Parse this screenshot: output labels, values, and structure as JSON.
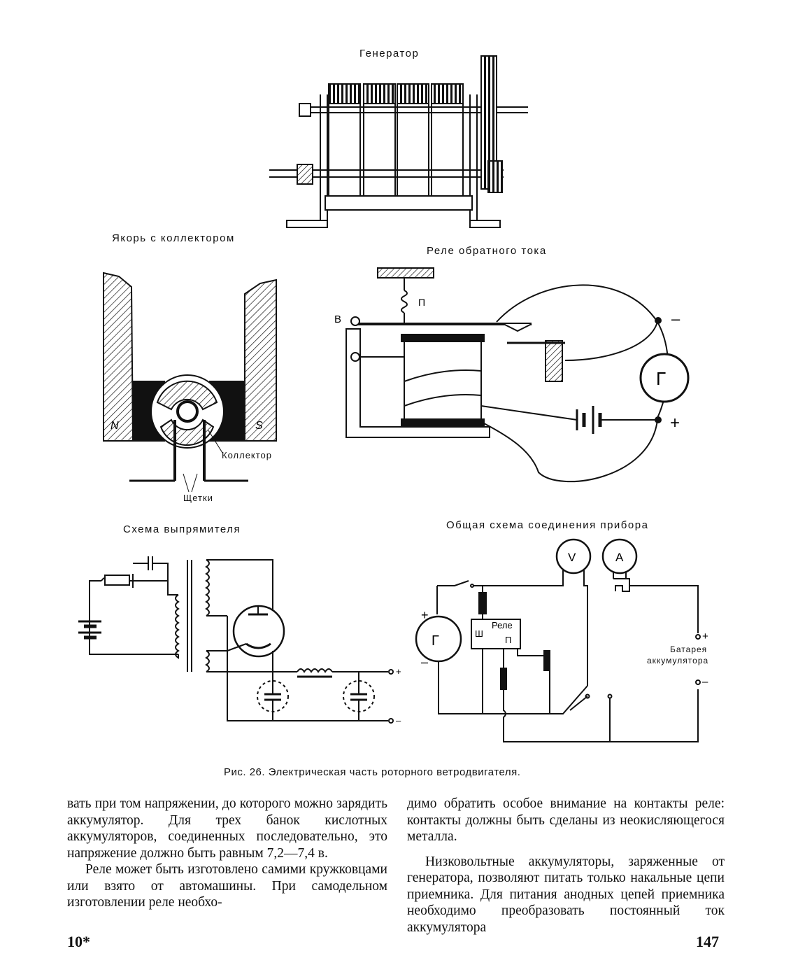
{
  "figures": {
    "generator_title": "Генератор",
    "armature_title": "Якорь с коллектором",
    "armature_pole_n": "N",
    "armature_pole_s": "S",
    "armature_collector_label": "Коллектор",
    "armature_brushes_label": "Щетки",
    "relay_title": "Реле обратного тока",
    "relay_label_b": "В",
    "relay_label_p": "П",
    "relay_label_g": "Г",
    "relay_minus": "–",
    "relay_plus": "+",
    "rectifier_title": "Схема выпрямителя",
    "rectifier_plus": "+",
    "rectifier_minus": "–",
    "general_title": "Общая схема соединения прибора",
    "general_v": "V",
    "general_a": "A",
    "general_g": "Г",
    "general_plus": "+",
    "general_minus": "–",
    "general_relay": "Реле",
    "general_sh": "Ш",
    "general_p": "П",
    "battery_plus": "+",
    "battery_label_line1": "Батарея",
    "battery_label_line2": "аккумулятора",
    "battery_minus": "–"
  },
  "caption": "Рис. 26. Электрическая часть роторного ветродвигателя.",
  "body": {
    "left_col": [
      "вать при том напряжении, до которого можно зарядить аккумулятор. Для трех банок кислотных аккумуляторов, соединенных последовательно, это напряжение должно быть равным 7,2—7,4 в.",
      "Реле может быть изготовлено самими кружковцами или взято от автомашины. При самодельном изготовлении реле необхо-"
    ],
    "right_col": [
      "димо обратить особое внимание на контакты реле: контакты должны быть сделаны из неокисляющегося металла.",
      "Низковольтные аккумуляторы, заряженные от генератора, позволяют питать только накальные цепи приемника. Для питания анодных цепей приемника необходимо преобразовать постоянный ток аккумулятора"
    ]
  },
  "footer": {
    "left": "10*",
    "right": "147"
  }
}
